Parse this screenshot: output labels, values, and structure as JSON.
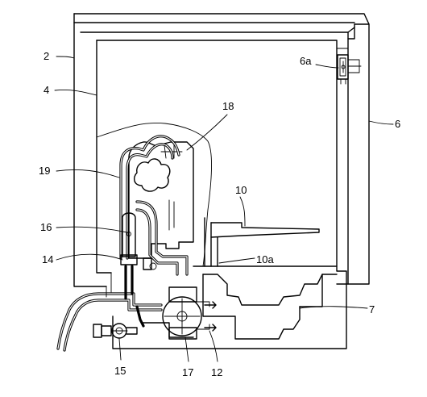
{
  "labels": {
    "l2": "2",
    "l4": "4",
    "l6": "6",
    "l6a": "6a",
    "l7": "7",
    "l10": "10",
    "l10a": "10a",
    "l12": "12",
    "l14": "14",
    "l15": "15",
    "l16": "16",
    "l17": "17",
    "l18": "18",
    "l19": "19"
  }
}
